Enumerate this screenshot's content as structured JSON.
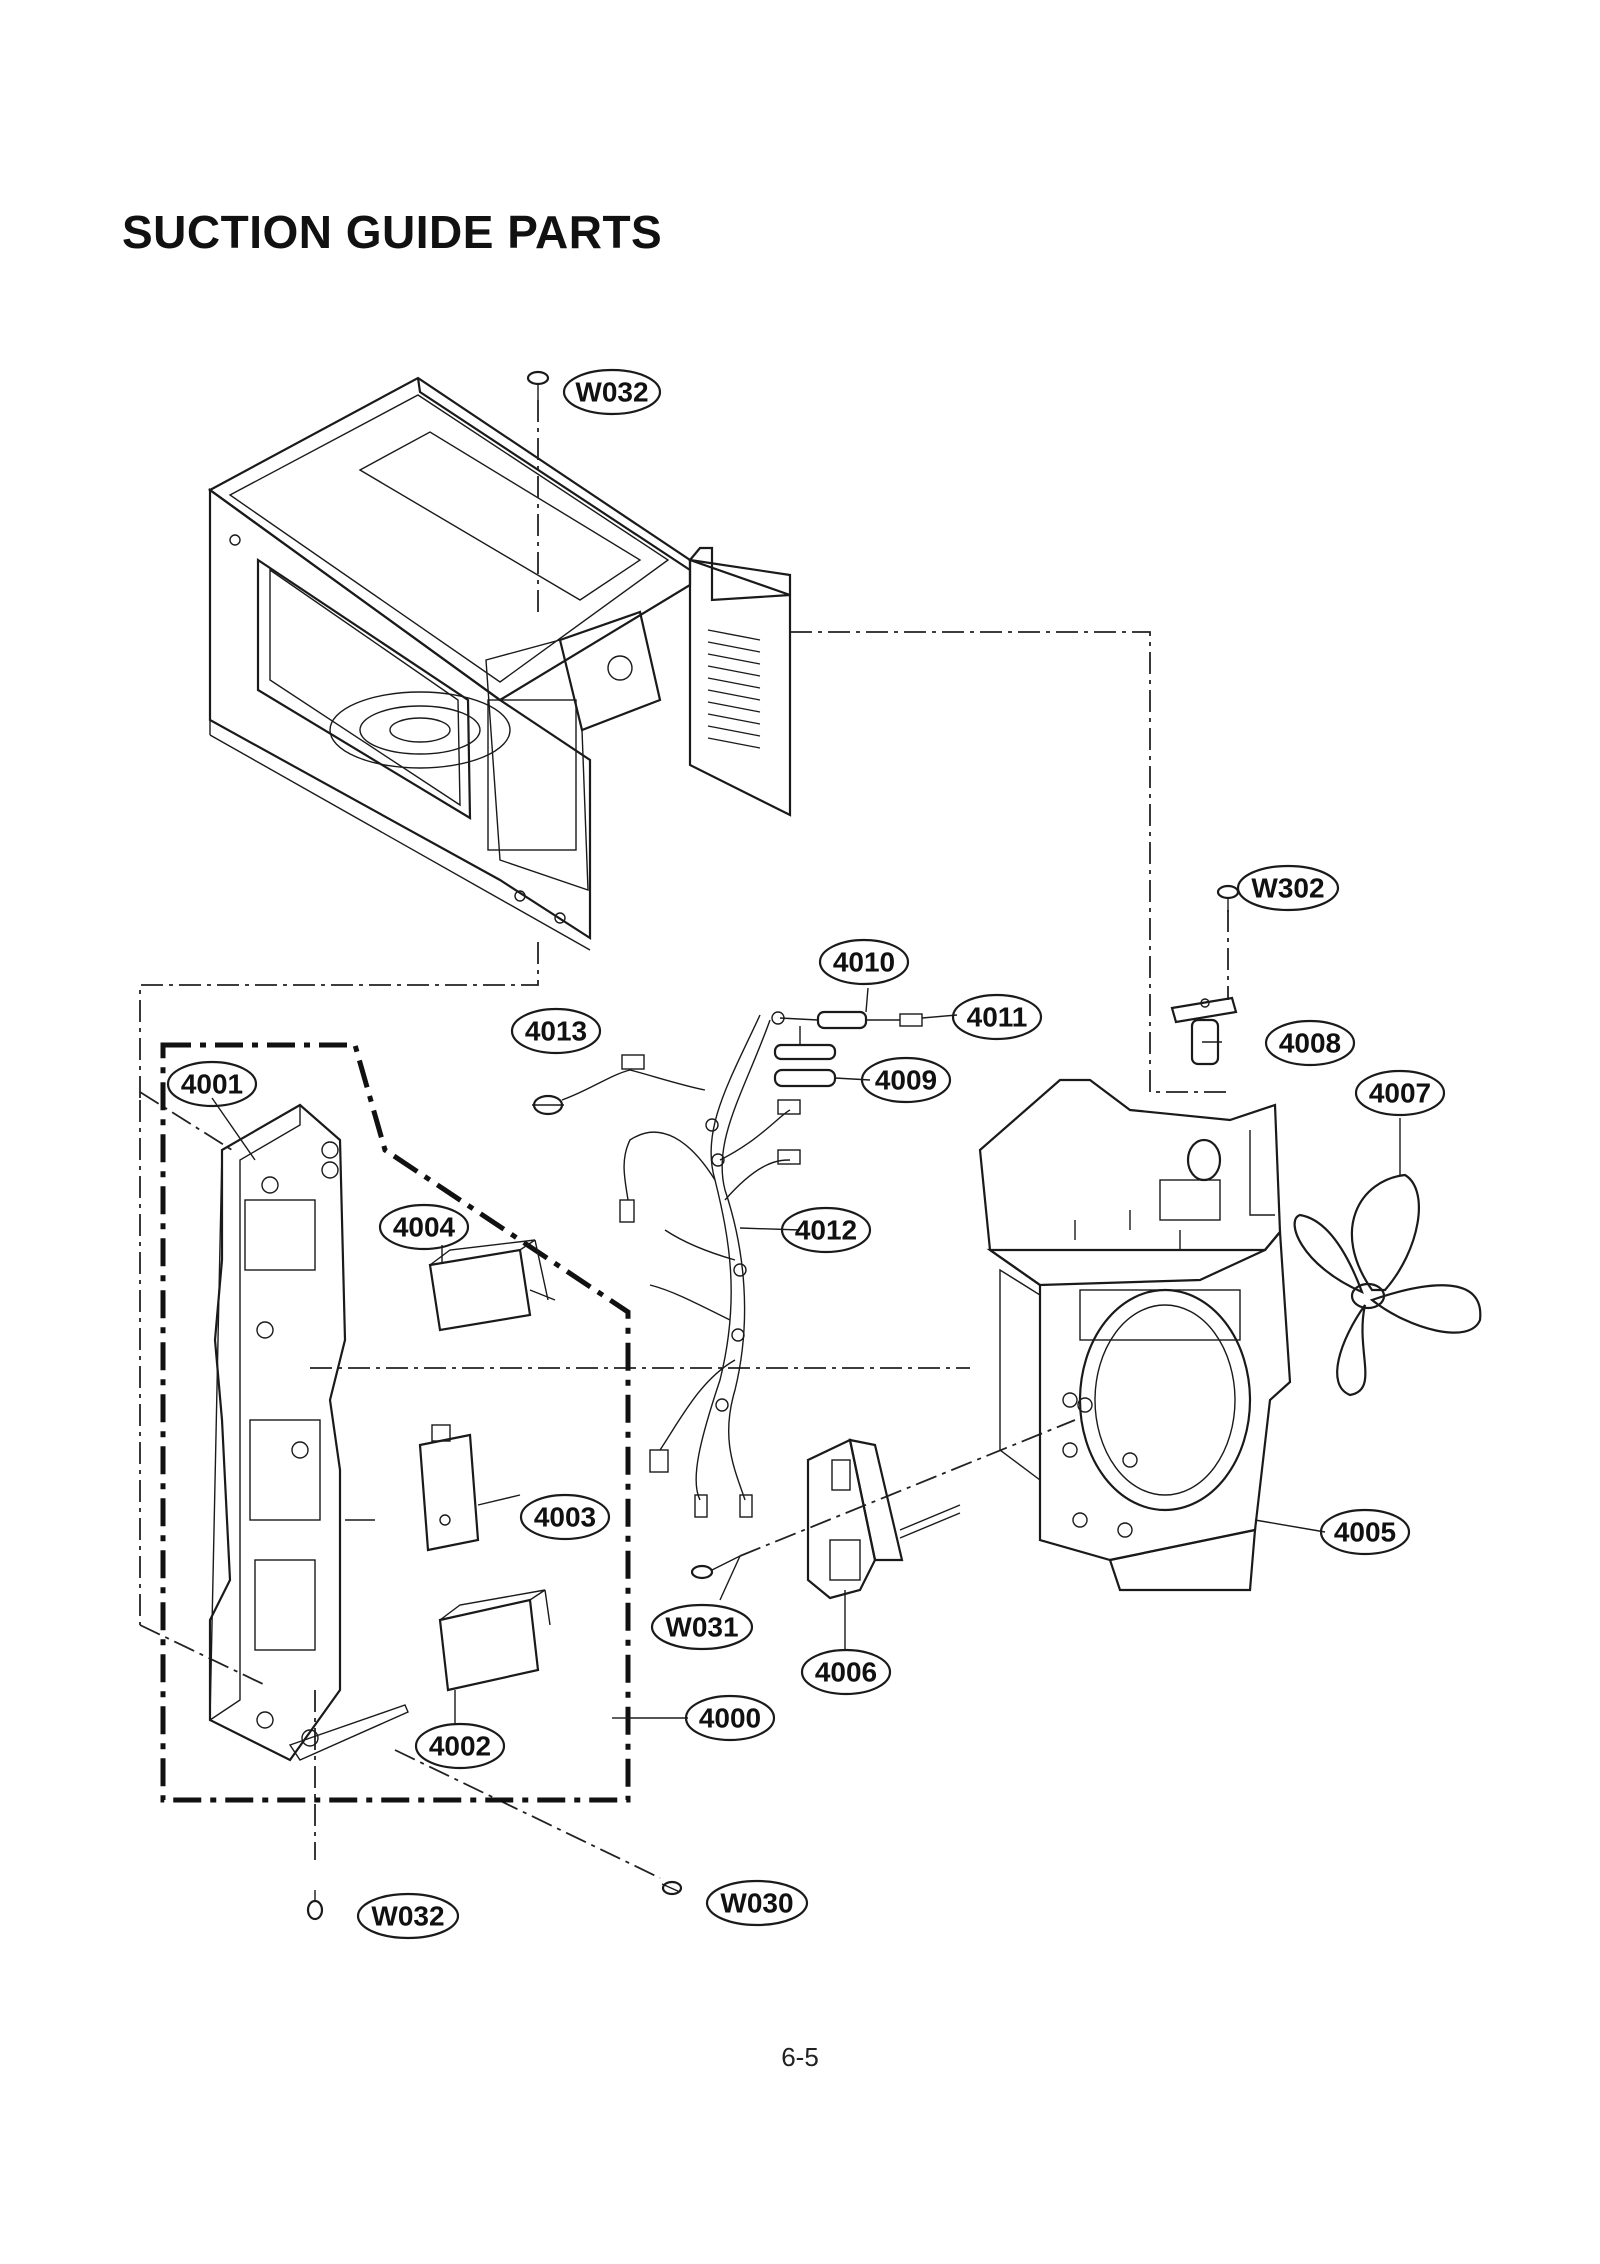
{
  "title": "SUCTION GUIDE PARTS",
  "page_number": "6-5",
  "callouts": [
    {
      "id": "W032-top",
      "label": "W032"
    },
    {
      "id": "W302",
      "label": "W302"
    },
    {
      "id": "4010",
      "label": "4010"
    },
    {
      "id": "4011",
      "label": "4011"
    },
    {
      "id": "4013",
      "label": "4013"
    },
    {
      "id": "4008",
      "label": "4008"
    },
    {
      "id": "4009",
      "label": "4009"
    },
    {
      "id": "4007",
      "label": "4007"
    },
    {
      "id": "4001",
      "label": "4001"
    },
    {
      "id": "4004",
      "label": "4004"
    },
    {
      "id": "4012",
      "label": "4012"
    },
    {
      "id": "4003",
      "label": "4003"
    },
    {
      "id": "4005",
      "label": "4005"
    },
    {
      "id": "W031",
      "label": "W031"
    },
    {
      "id": "4006",
      "label": "4006"
    },
    {
      "id": "4000",
      "label": "4000"
    },
    {
      "id": "4002",
      "label": "4002"
    },
    {
      "id": "W030",
      "label": "W030"
    },
    {
      "id": "W032-bottom",
      "label": "W032"
    }
  ]
}
